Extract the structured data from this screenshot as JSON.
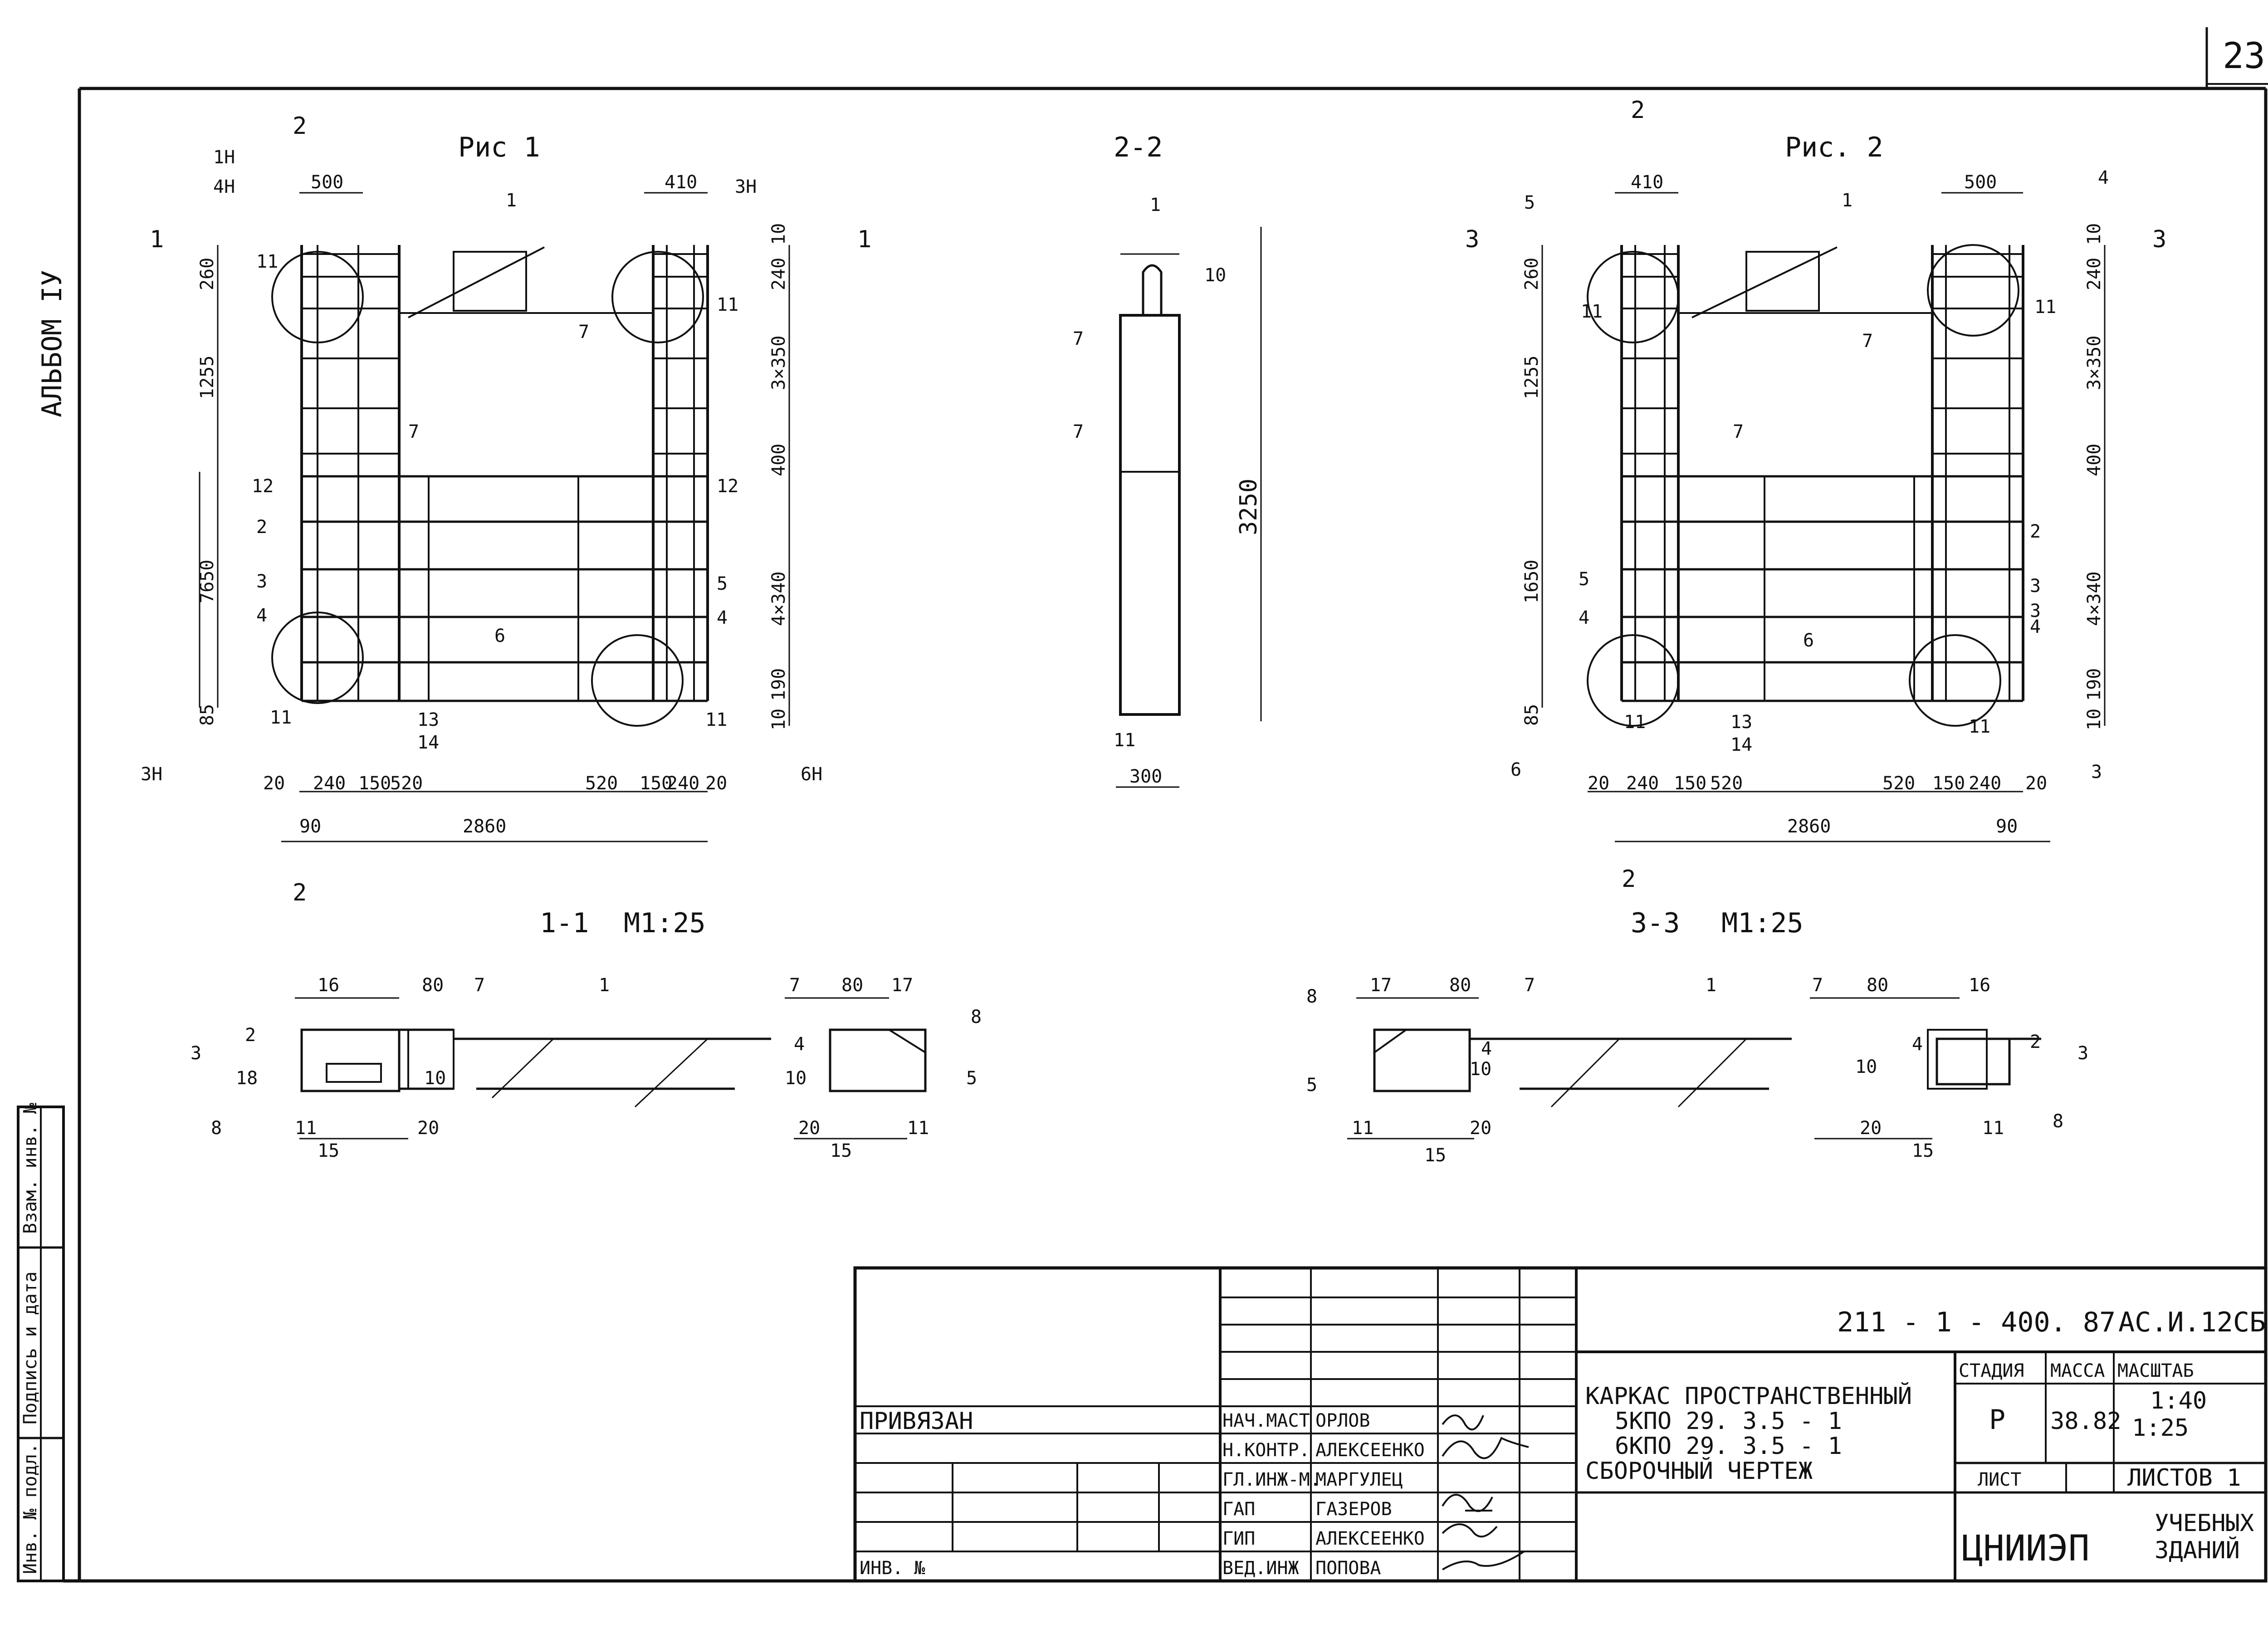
{
  "page": {
    "number": "23",
    "album": "АЛЬБОМ IУ"
  },
  "side_stamp": {
    "inv_podl": "Инв. № подл.",
    "podpis_data": "Подпись и дата",
    "vzam_inv": "Взам. инв. №"
  },
  "fig1": {
    "title": "Рис 1",
    "section_mark": "2",
    "section_bottom": "2",
    "cut_left": "1",
    "cut_right": "1",
    "dims_top": [
      "500",
      "410"
    ],
    "dims_left": [
      "260",
      "1255",
      "7650",
      "85"
    ],
    "dims_right": [
      "240",
      "10",
      "3×350",
      "400",
      "4×340",
      "190",
      "10"
    ],
    "dims_bottom": [
      "20",
      "240",
      "150",
      "520",
      "520",
      "150",
      "240",
      "20"
    ],
    "dims_total": [
      "90",
      "2860"
    ],
    "nodes": [
      "1Н",
      "4Н",
      "3Н",
      "3Н",
      "6Н"
    ],
    "positions": [
      "1",
      "11",
      "11",
      "7",
      "7",
      "12",
      "12",
      "2",
      "3",
      "4",
      "5",
      "4",
      "6",
      "11",
      "11",
      "13",
      "14"
    ]
  },
  "fig2": {
    "title": "Рис. 2",
    "section_mark": "2",
    "section_bottom": "2",
    "cut_left": "3",
    "cut_right": "3",
    "dims_top": [
      "410",
      "500"
    ],
    "dims_left": [
      "260",
      "1255",
      "1650",
      "85"
    ],
    "dims_right": [
      "10",
      "240",
      "3×350",
      "400",
      "4×340",
      "190",
      "10"
    ],
    "dims_bottom": [
      "20",
      "240",
      "150",
      "520",
      "520",
      "150",
      "240",
      "20"
    ],
    "dims_total": [
      "2860",
      "90"
    ],
    "positions": [
      "5",
      "1",
      "4",
      "11",
      "11",
      "7",
      "7",
      "2",
      "3",
      "5",
      "4",
      "3",
      "4",
      "6",
      "11",
      "11",
      "13",
      "14",
      "6",
      "3"
    ]
  },
  "sec22": {
    "title": "2-2",
    "dims": [
      "3250",
      "300"
    ],
    "positions": [
      "1",
      "10",
      "7",
      "7",
      "11"
    ]
  },
  "sec11": {
    "title": "1-1",
    "scale": "М1:25",
    "labels": [
      "16",
      "80",
      "7",
      "1",
      "7",
      "80",
      "17",
      "8",
      "3",
      "2",
      "18",
      "10",
      "8",
      "11",
      "15",
      "20",
      "4",
      "10",
      "5",
      "20",
      "15",
      "11"
    ]
  },
  "sec33": {
    "title": "3-3",
    "scale": "М1:25",
    "labels": [
      "8",
      "17",
      "80",
      "7",
      "1",
      "7",
      "80",
      "16",
      "4",
      "10",
      "5",
      "11",
      "15",
      "20",
      "10",
      "20",
      "15",
      "11",
      "2",
      "3",
      "8",
      "4"
    ]
  },
  "title_block": {
    "code": "211 - 1 - 400. 87",
    "sheet_code": "АС.И.12СБ",
    "name_line1": "КАРКАС ПРОСТРАНСТВЕННЫЙ",
    "name_line2": "5КПО 29. 3.5 - 1",
    "name_line3": "6КПО 29. 3.5 - 1",
    "name_line4": "СБОРОЧНЫЙ ЧЕРТЕЖ",
    "privyazan": "ПРИВЯЗАН",
    "inv_no": "ИНВ. №",
    "roles": [
      "НАЧ.МАСТ",
      "Н.КОНТР.",
      "ГЛ.ИНЖ-М.",
      "ГАП",
      "ГИП",
      "ВЕД.ИНЖ"
    ],
    "names": [
      "ОРЛОВ",
      "АЛЕКСЕЕНКО",
      "МАРГУЛЕЦ",
      "ГАЗЕРОВ",
      "АЛЕКСЕЕНКО",
      "ПОПОВА"
    ],
    "stage_hdr": "СТАДИЯ",
    "mass_hdr": "МАССА",
    "scale_hdr": "МАСШТАБ",
    "stage": "Р",
    "mass": "38.82",
    "scale1": "1:40",
    "scale2": "1:25",
    "sheet_hdr": "ЛИСТ",
    "sheets_hdr": "ЛИСТОВ 1",
    "org_logo": "ЦНИИЭП",
    "org_line1": "УЧЕБНЫХ",
    "org_line2": "ЗДАНИЙ"
  }
}
